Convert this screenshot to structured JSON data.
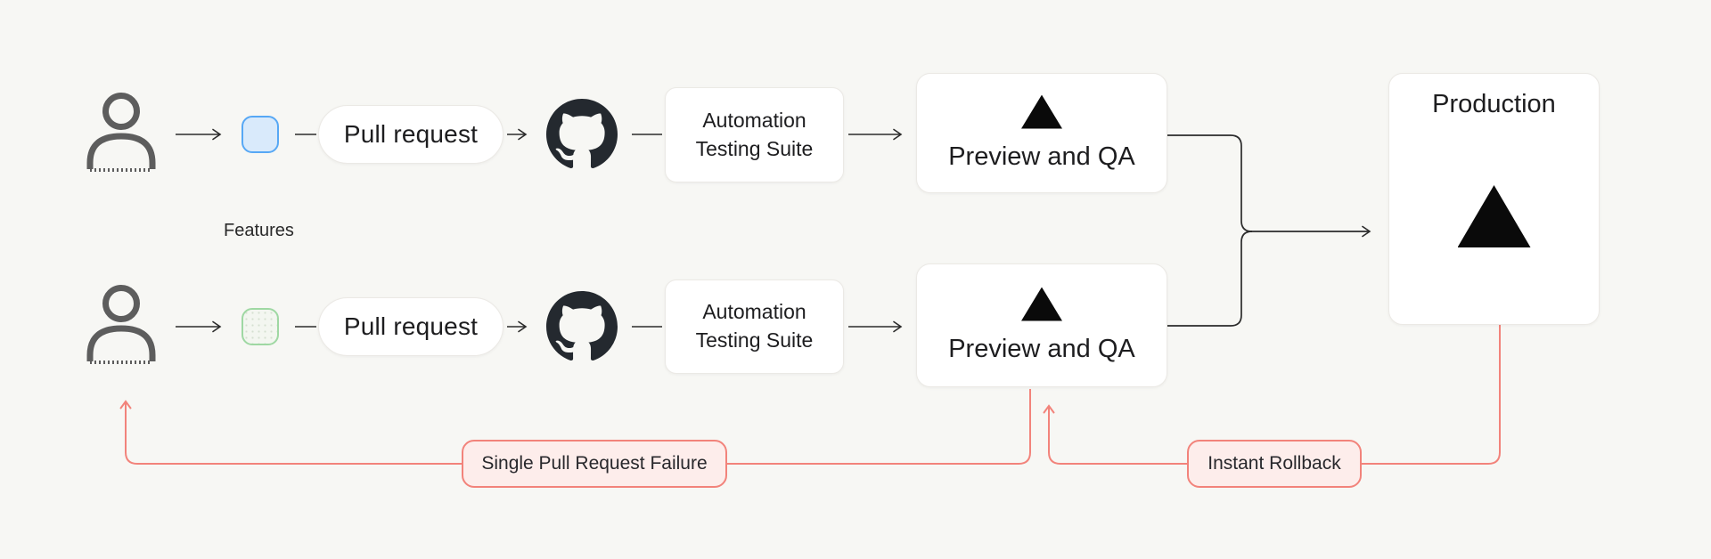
{
  "diagram": {
    "background_color": "#f7f7f4",
    "line_color": "#2b2b2b",
    "accent_red": "#f2837b",
    "annotation_fill": "#fdedeb",
    "features_label": "Features",
    "rows": [
      {
        "developer_icon": "person-icon",
        "branch_chip": {
          "icon": "branch-chip",
          "border_color": "#57a8f5",
          "fill_color": "#d9eafb"
        },
        "pull_request_label": "Pull request",
        "repo_icon": "github-icon",
        "automation_line1": "Automation",
        "automation_line2": "Testing Suite",
        "preview_label": "Preview and QA",
        "preview_icon": "vercel-triangle-icon"
      },
      {
        "developer_icon": "person-icon",
        "branch_chip": {
          "icon": "branch-chip",
          "border_color": "#9fd8a3",
          "fill_color": "#f3f6f0"
        },
        "pull_request_label": "Pull request",
        "repo_icon": "github-icon",
        "automation_line1": "Automation",
        "automation_line2": "Testing Suite",
        "preview_label": "Preview and QA",
        "preview_icon": "vercel-triangle-icon"
      }
    ],
    "production": {
      "title": "Production",
      "icon": "vercel-triangle-icon"
    },
    "annotations": {
      "failure_label": "Single Pull Request Failure",
      "rollback_label": "Instant Rollback"
    },
    "icon_colors": {
      "github": "#24292f",
      "person": "#5d5d5d",
      "vercel": "#0a0a0a"
    }
  }
}
